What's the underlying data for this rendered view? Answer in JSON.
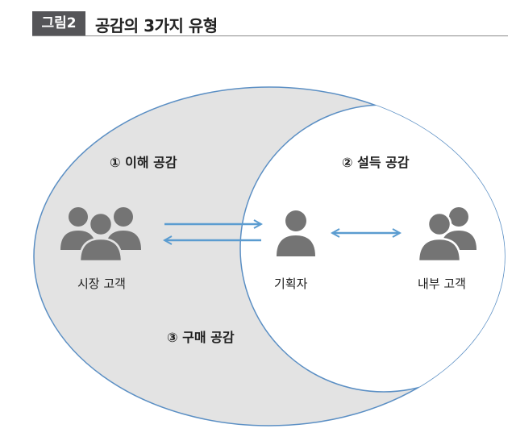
{
  "figure": {
    "badge": "그림2",
    "title": "공감의 3가지 유형"
  },
  "regions": {
    "understanding": "① 이해 공감",
    "persuasion": "② 설득 공감",
    "purchase": "③ 구매 공감"
  },
  "actors": {
    "market_customers": "시장 고객",
    "planner": "기획자",
    "internal_customers": "내부 고객"
  },
  "colors": {
    "outer_fill": "#e3e3e3",
    "circle_stroke": "#5b8fc4",
    "arrow": "#5b9cd0",
    "icon": "#747474",
    "badge": "#555558"
  }
}
